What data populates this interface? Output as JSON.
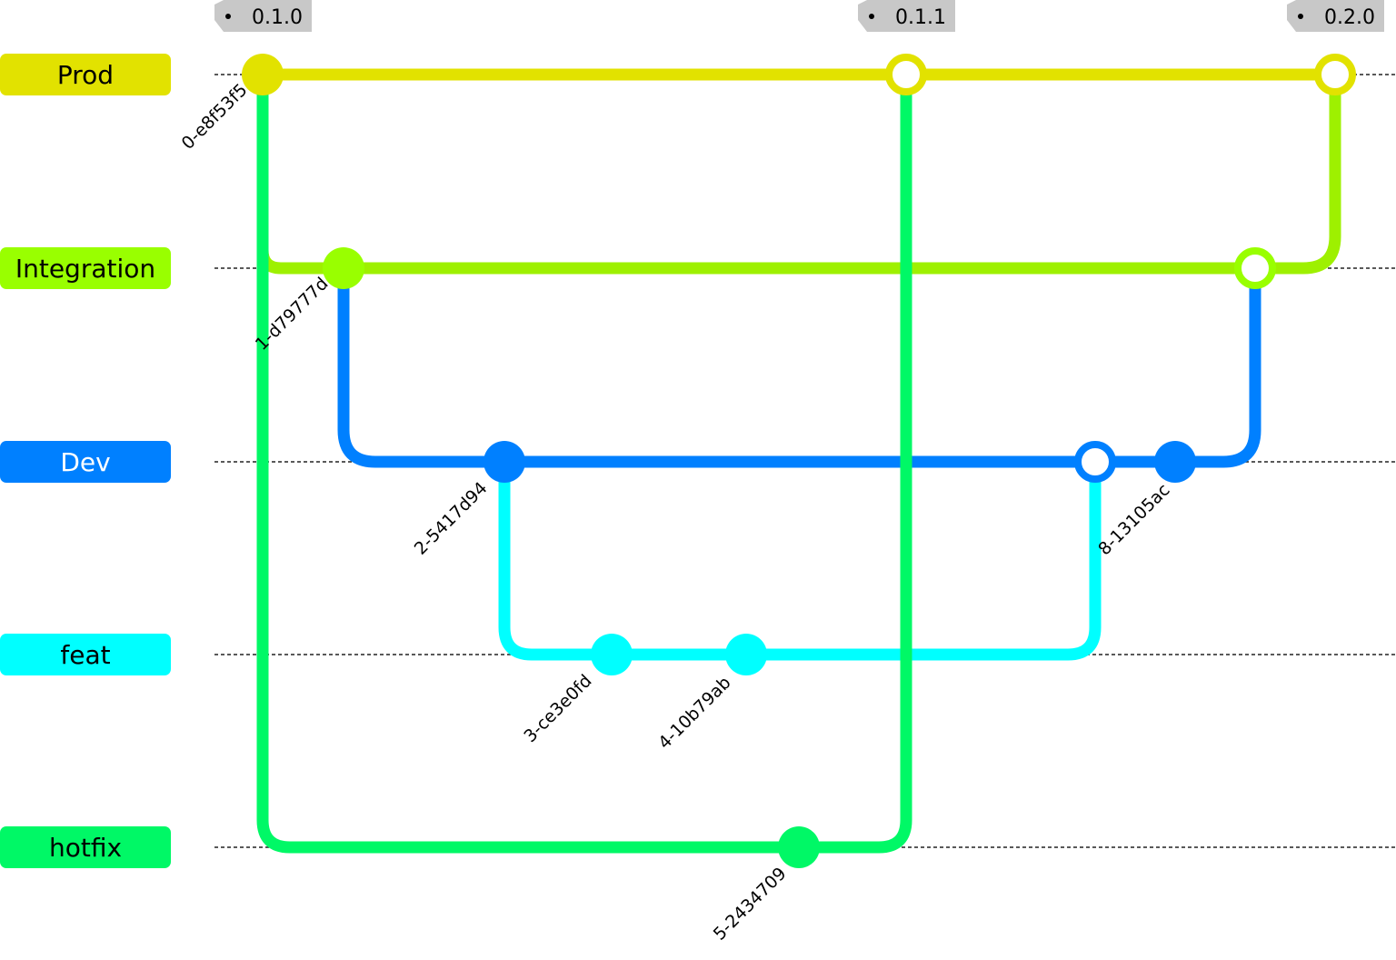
{
  "branches": [
    {
      "name": "Prod",
      "color": "#e2e200",
      "text_color": "#000000"
    },
    {
      "name": "Integration",
      "color": "#9ef000",
      "node_color": "#99ff00",
      "text_color": "#000000"
    },
    {
      "name": "Dev",
      "color": "#0080ff",
      "text_color": "#ffffff"
    },
    {
      "name": "feat",
      "color": "#00ffff",
      "text_color": "#000000"
    },
    {
      "name": "hotfix",
      "color": "#00f866",
      "text_color": "#000000"
    }
  ],
  "commits": [
    {
      "id": "0-e8f53f5",
      "branch": "Prod",
      "type": "normal",
      "tag": "0.1.0"
    },
    {
      "id": "1-d79777d",
      "branch": "Integration",
      "type": "normal"
    },
    {
      "id": "2-5417d94",
      "branch": "Dev",
      "type": "normal"
    },
    {
      "id": "3-ce3e0fd",
      "branch": "feat",
      "type": "normal"
    },
    {
      "id": "4-10b79ab",
      "branch": "feat",
      "type": "normal"
    },
    {
      "id": "5-2434709",
      "branch": "hotfix",
      "type": "normal"
    },
    {
      "id": "",
      "branch": "Prod",
      "type": "merge",
      "from": "hotfix",
      "tag": "0.1.1"
    },
    {
      "id": "",
      "branch": "Dev",
      "type": "merge",
      "from": "feat"
    },
    {
      "id": "8-13105ac",
      "branch": "Dev",
      "type": "normal"
    },
    {
      "id": "",
      "branch": "Integration",
      "type": "merge",
      "from": "Dev"
    },
    {
      "id": "",
      "branch": "Prod",
      "type": "merge",
      "from": "Integration",
      "tag": "0.2.0"
    }
  ]
}
